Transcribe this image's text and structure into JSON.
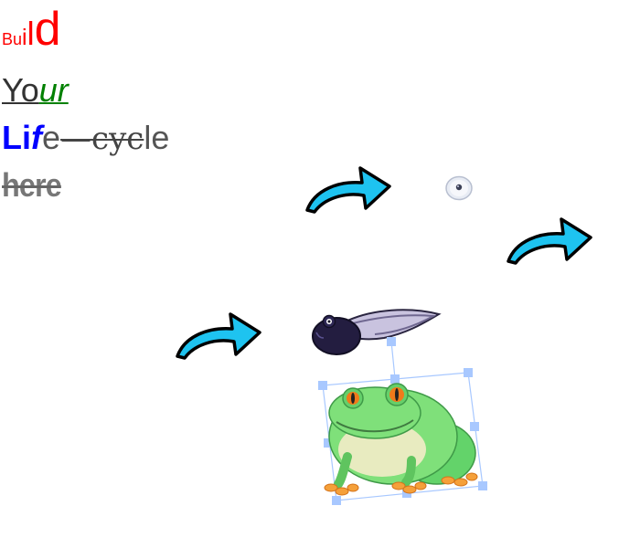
{
  "title": {
    "line1": {
      "a": "B",
      "b": "u",
      "c": "i",
      "d": "l",
      "e": "d"
    },
    "line2": {
      "yo": "Yo",
      "ur": "ur"
    },
    "line3": {
      "lif_a": "Li",
      "lif_b": "f",
      "e": "e",
      "strike": "—cyc",
      "le": "le"
    },
    "line4": {
      "here": "here"
    }
  },
  "sprites": {
    "arrow_1": "arrow-icon",
    "arrow_2": "arrow-icon",
    "arrow_3": "arrow-icon",
    "egg": "frog-egg",
    "tadpole": "tadpole",
    "frog": "frog"
  },
  "colors": {
    "arrow_fill": "#1ec3f0",
    "selection": "#a8c8ff",
    "red": "#ff0000",
    "blue": "#0000ff",
    "green": "#008000"
  }
}
